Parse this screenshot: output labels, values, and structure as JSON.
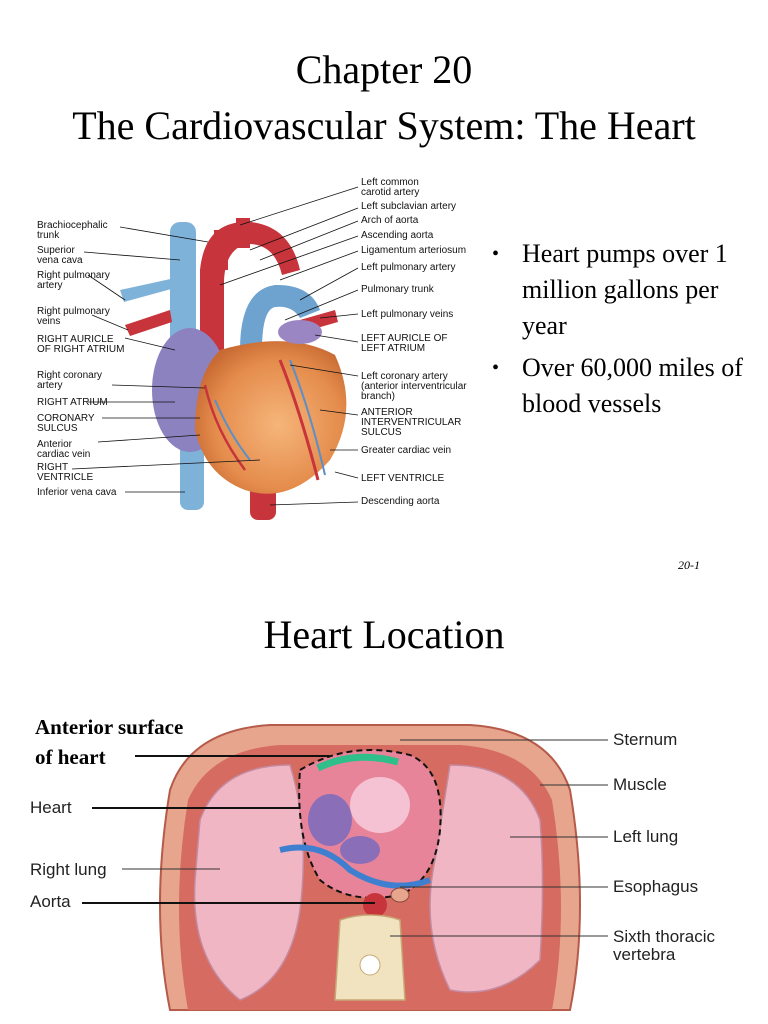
{
  "slide1": {
    "title_line1": "Chapter 20",
    "title_line2": "The Cardiovascular System: The Heart",
    "bullets": [
      "Heart pumps over 1 million gallons per year",
      "Over 60,000 miles of blood vessels"
    ],
    "page_number": "20-1",
    "figure": {
      "left_labels": [
        "Brachiocephalic trunk",
        "Superior vena cava",
        "Right pulmonary artery",
        "Right pulmonary veins",
        "RIGHT AURICLE OF RIGHT ATRIUM",
        "Right coronary artery",
        "RIGHT ATRIUM",
        "CORONARY SULCUS",
        "Anterior cardiac vein",
        "RIGHT VENTRICLE",
        "Inferior vena cava"
      ],
      "right_labels": [
        "Left common carotid artery",
        "Left subclavian artery",
        "Arch of aorta",
        "Ascending aorta",
        "Ligamentum arteriosum",
        "Left pulmonary artery",
        "Pulmonary trunk",
        "Left pulmonary veins",
        "LEFT AURICLE OF LEFT ATRIUM",
        "Left coronary artery (anterior interventricular branch)",
        "ANTERIOR INTERVENTRICULAR SULCUS",
        "Greater cardiac vein",
        "LEFT VENTRICLE",
        "Descending aorta"
      ]
    }
  },
  "slide2": {
    "title": "Heart Location",
    "anterior_label_line1": "Anterior surface",
    "anterior_label_line2": "of heart",
    "left_labels": [
      "Heart",
      "Right lung",
      "Aorta"
    ],
    "right_labels": [
      "Sternum",
      "Muscle",
      "Left lung",
      "Esophagus",
      "Sixth thoracic vertebra"
    ]
  }
}
